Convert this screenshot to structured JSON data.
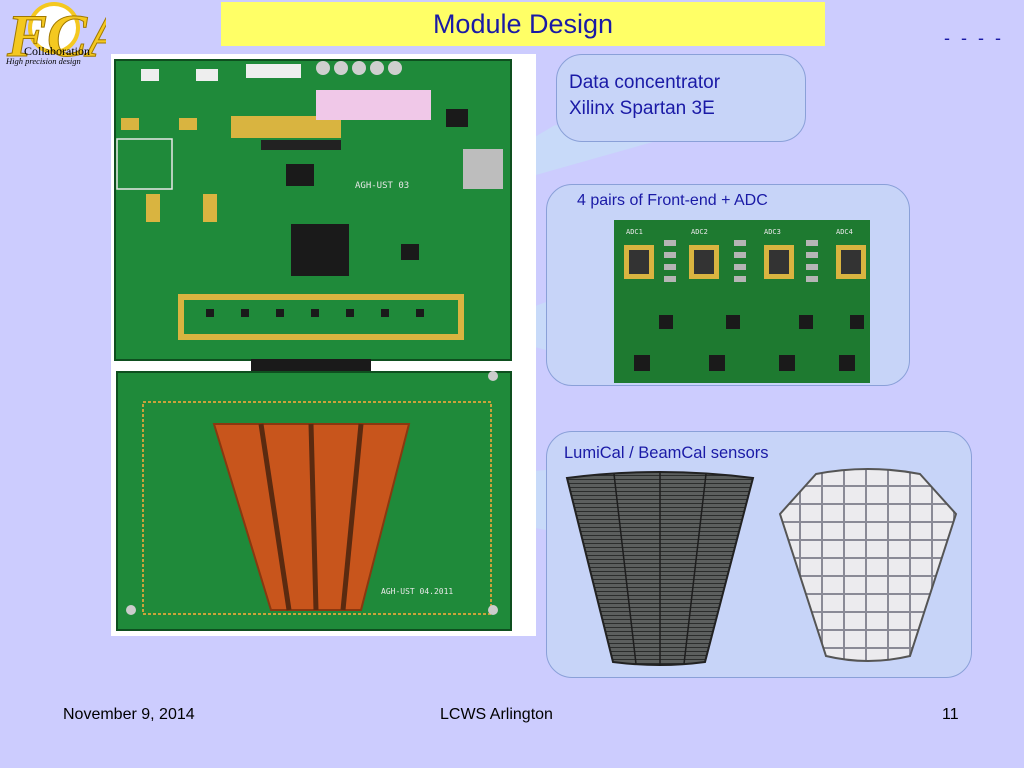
{
  "slide": {
    "title": "Module Design",
    "corner_marks": "- - - -",
    "logo": {
      "letters": "FCAL",
      "line1": "Collaboration",
      "line2": "High precision design"
    }
  },
  "callouts": {
    "data_concentrator": {
      "line1": "Data concentrator",
      "line2": "Xilinx Spartan 3E"
    },
    "front_end": {
      "label": "4 pairs of Front-end + ADC",
      "chip_labels": [
        "ADC1",
        "ADC2",
        "ADC3",
        "ADC4"
      ]
    },
    "sensors": {
      "label": "LumiCal / BeamCal sensors"
    }
  },
  "board_photo": {
    "upper_label": "AGH-UST 03",
    "lower_label": "AGH-UST 04.2011"
  },
  "footer": {
    "date": "November 9, 2014",
    "event": "LCWS Arlington",
    "page": "11"
  }
}
